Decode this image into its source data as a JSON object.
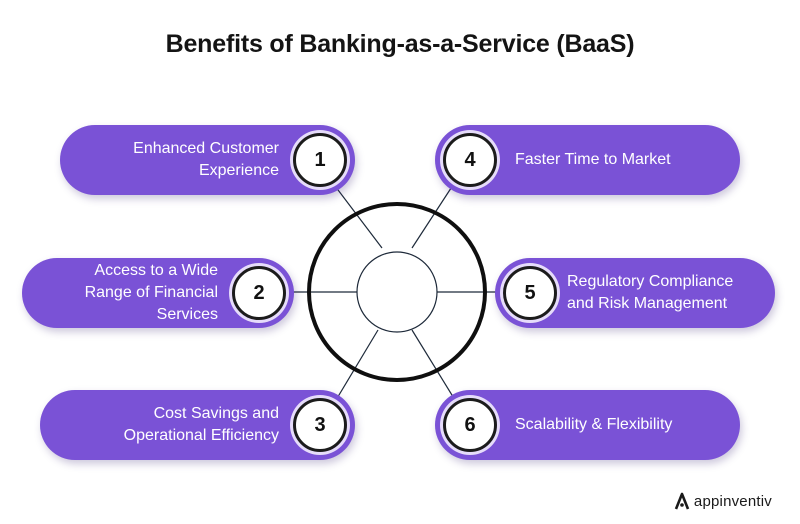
{
  "title": "Benefits of Banking-as-a-Service (BaaS)",
  "colors": {
    "pill": "#7a52d6",
    "badge_ring": "#1c1c1c",
    "connector": "#1e2a3a"
  },
  "benefits": [
    {
      "number": "1",
      "label": "Enhanced Customer Experience"
    },
    {
      "number": "2",
      "label": "Access to a Wide Range of Financial Services"
    },
    {
      "number": "3",
      "label": "Cost Savings and Operational Efficiency"
    },
    {
      "number": "4",
      "label": "Faster Time to Market"
    },
    {
      "number": "5",
      "label": "Regulatory Compliance and Risk Management"
    },
    {
      "number": "6",
      "label": "Scalability & Flexibility"
    }
  ],
  "brand": {
    "icon": "appinventiv-logo-icon",
    "name": "appinventiv"
  }
}
